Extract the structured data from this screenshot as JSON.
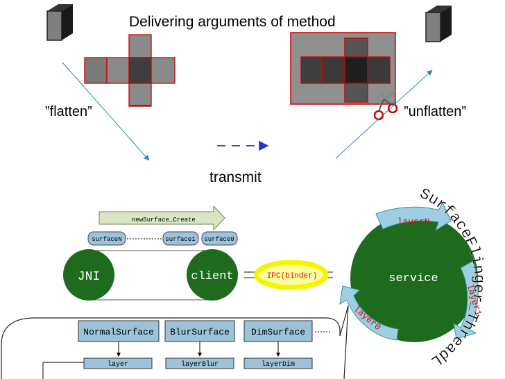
{
  "top": {
    "title": "Delivering arguments of method",
    "flatten_label": "”flatten”",
    "unflatten_label": "”unflatten”",
    "transmit_label": "transmit"
  },
  "bottom": {
    "arrow_label": "newSurface_Create",
    "surface_labels": [
      "surfaceN",
      "surface1",
      "surface0"
    ],
    "jni_label": "JNI",
    "client_label": "client",
    "ipc_label": "IPC(binder)",
    "service_label": "service",
    "layer_labels": [
      "layerN",
      "layer1",
      "layer0"
    ],
    "thread_label": "SurfaceFlinger_ThreadLoop",
    "classes": [
      "NormalSurface",
      "BlurSurface",
      "DimSurface"
    ],
    "class_layers": [
      "layer",
      "layerBlur",
      "layerDim"
    ]
  },
  "colors": {
    "cube_dark": "#333333",
    "cube_face": "#7f7f7f",
    "cell_border": "#cc0000",
    "green": "#1e6b1e",
    "teal": "#3a8fa0",
    "box_fill": "#9cc3d9",
    "ipc_yellow": "#f5f500",
    "ipc_text": "#e00000"
  }
}
